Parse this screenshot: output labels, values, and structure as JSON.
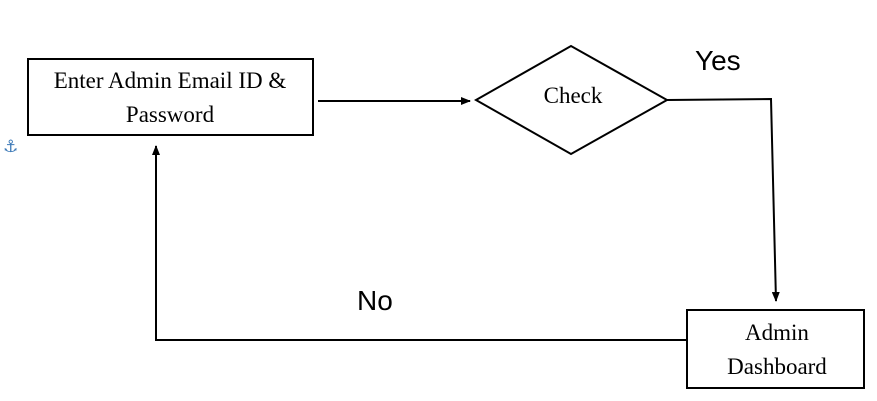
{
  "diagram": {
    "nodes": {
      "login": {
        "lines": [
          "Enter Admin Email ID &",
          "Password"
        ]
      },
      "check": {
        "label": "Check"
      },
      "dashboard": {
        "lines": [
          "Admin",
          "Dashboard"
        ]
      }
    },
    "edges": {
      "yes": {
        "label": "Yes"
      },
      "no": {
        "label": "No"
      }
    },
    "anchor_icon": {
      "glyph": "⚓",
      "color": "#3d7ab8"
    },
    "line_color": "#000000"
  }
}
